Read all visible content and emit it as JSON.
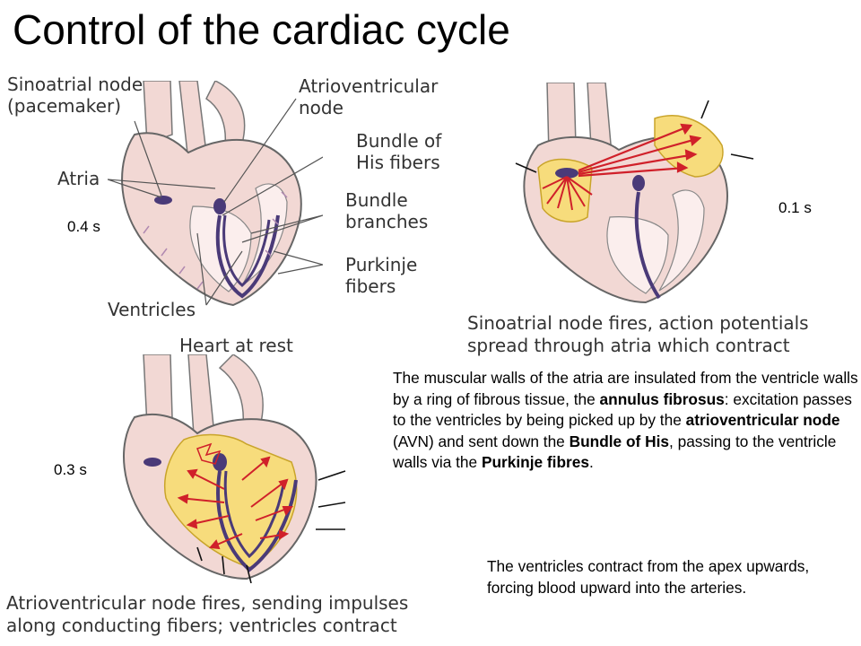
{
  "title": "Control of the cardiac cycle",
  "panel_rest": {
    "time": "0.4 s",
    "labels": {
      "sa_node": "Sinoatrial node\n(pacemaker)",
      "av_node": "Atrioventricular\nnode",
      "bundle_his": "Bundle of\nHis fibers",
      "atria": "Atria",
      "bundle_branches": "Bundle\nbranches",
      "purkinje": "Purkinje\nfibers",
      "ventricles": "Ventricles"
    },
    "caption": "Heart at rest"
  },
  "panel_sa": {
    "time": "0.1 s",
    "caption": "Sinoatrial node fires, action potentials\nspread through atria which contract"
  },
  "panel_av": {
    "time": "0.3 s",
    "caption": "Atrioventricular node fires, sending impulses\nalong conducting fibers; ventricles contract"
  },
  "text": {
    "annulus": {
      "p1": "The muscular walls of the atria are insulated from the ventricle walls by a ring of fibrous tissue, the ",
      "b1": "annulus fibrosus",
      "p2": ": excitation passes to the ventricles by being picked up by the ",
      "b2": "atrioventricular node",
      "p3": " (AVN) and sent down the ",
      "b3": "Bundle of His",
      "p4": ", passing to the ventricle walls via the ",
      "b4": "Purkinje fibres",
      "p5": "."
    },
    "contract": "The ventricles contract from the apex upwards, forcing blood upward into the arteries."
  },
  "colors": {
    "heart_pink": "#f2d8d4",
    "atria_active": "#f7dc7c",
    "conduction_purple": "#4a3a78",
    "impulse_red": "#d0202a"
  }
}
